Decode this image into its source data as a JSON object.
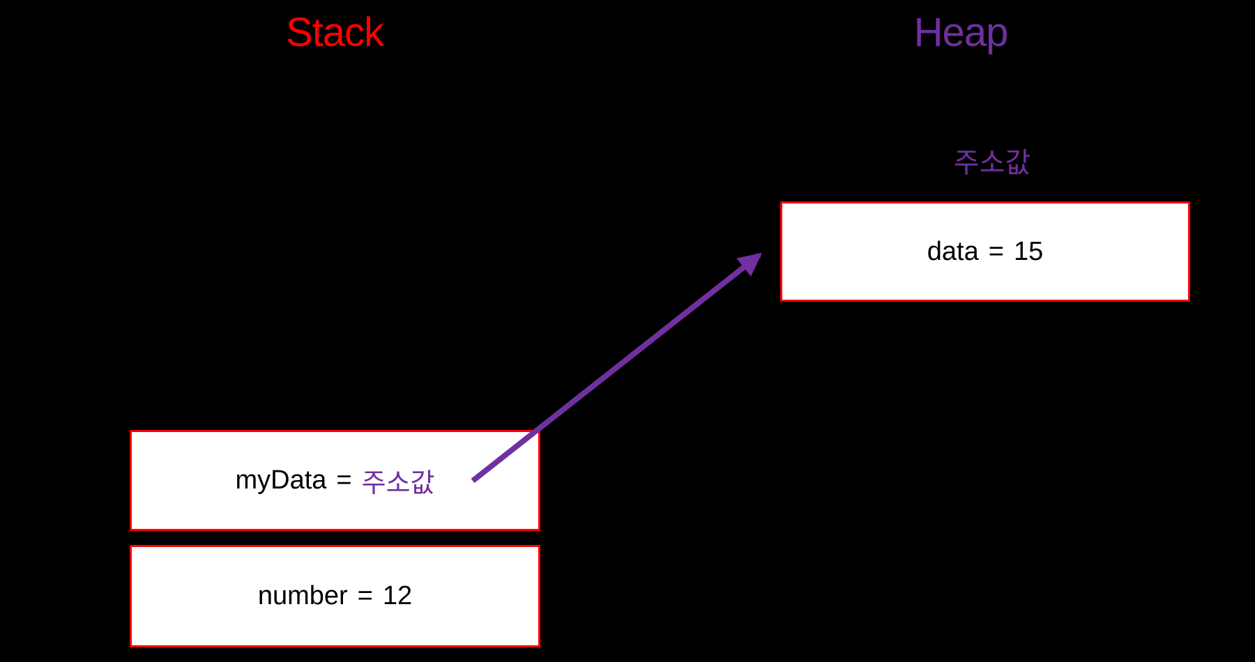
{
  "background_color": "#000000",
  "stack": {
    "title": "Stack",
    "title_color": "#FF0000",
    "boxes": [
      {
        "label": "myData",
        "equals": "=",
        "value": "주소값",
        "value_color": "#7030A0"
      },
      {
        "label": "number",
        "equals": "=",
        "value": "12",
        "value_color": "#000000"
      }
    ]
  },
  "heap": {
    "title": "Heap",
    "title_color": "#7030A0",
    "address_label": "주소값",
    "address_label_color": "#7030A0",
    "boxes": [
      {
        "label": "data",
        "equals": "=",
        "value": "15",
        "value_color": "#000000"
      }
    ]
  },
  "arrow": {
    "color": "#7030A0",
    "meaning": "myData points to heap data box"
  },
  "box_style": {
    "border_color": "#FF0000",
    "background": "#FFFFFF",
    "text_color": "#000000"
  }
}
